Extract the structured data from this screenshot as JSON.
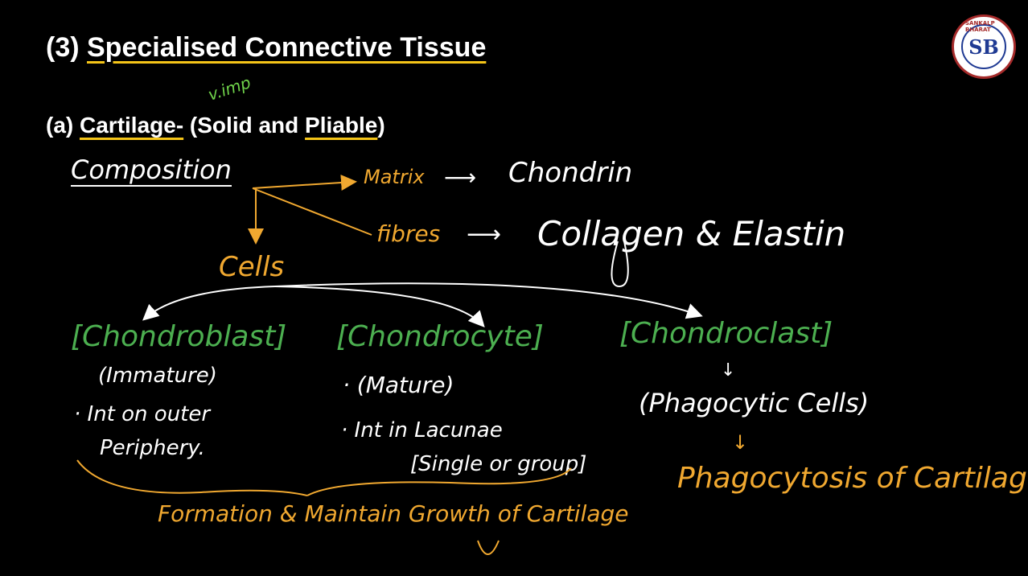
{
  "heading": {
    "number": "(3) ",
    "title": "Specialised Connective Tissue"
  },
  "subheading": {
    "prefix": "(a) ",
    "cartilage": "Cartilage-",
    "paren_open": " (Solid and ",
    "pliable": "Pliable",
    "paren_close": ")",
    "note": "v.imp"
  },
  "composition": {
    "label": "Composition",
    "matrix": "Matrix",
    "matrix_arrow": "⟶",
    "chondrin": "Chondrin",
    "fibres": "fibres",
    "fibres_arrow": "⟶",
    "fibres_value": "Collagen & Elastin",
    "cells": "Cells"
  },
  "cell_types": [
    {
      "name": "[Chondroblast]",
      "line1": "(Immature)",
      "line2": "· Int on outer",
      "line3": "Periphery."
    },
    {
      "name": "[Chondrocyte]",
      "line1": "· (Mature)",
      "line2": "· Int in Lacunae",
      "line3": "[Single or group]"
    },
    {
      "name": "[Chondroclast]",
      "arrow": "↓",
      "line1": "(Phagocytic Cells)",
      "arrow2": "↓",
      "line2": "Phagocytosis of Cartilage"
    }
  ],
  "footer_note": "Formation & Maintain Growth of Cartilage",
  "logo": {
    "initials": "SB",
    "ring_text": "SANKALP BHARAT"
  },
  "colors": {
    "background": "#000000",
    "heading_text": "#ffffff",
    "underline": "#f5c518",
    "handwriting_white": "#ffffff",
    "handwriting_orange": "#f0a830",
    "handwriting_green": "#4caf50"
  }
}
